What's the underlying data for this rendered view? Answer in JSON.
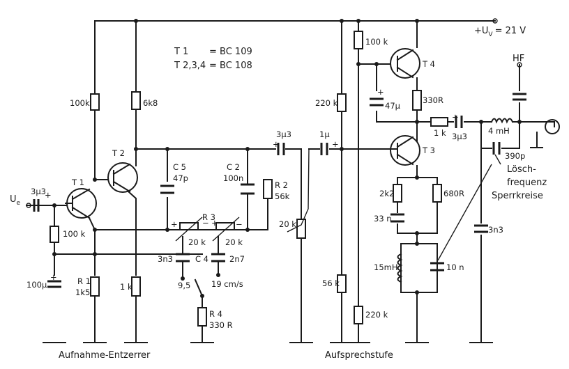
{
  "supply": {
    "label": "+U",
    "sub": "V",
    "value": "= 21 V"
  },
  "legend": {
    "t1_name": "T 1",
    "t1_eq": "= BC 109",
    "t234_name": "T 2,3,4",
    "t234_eq": "= BC 108"
  },
  "input": {
    "label": "U",
    "sub": "e"
  },
  "sections": {
    "left": "Aufnahme-Entzerrer",
    "right": "Aufsprechstufe"
  },
  "hf": "HF",
  "notes": {
    "line1": "Lösch-",
    "line2": "frequenz",
    "line3": "Sperrkreise"
  },
  "transistors": {
    "t1": "T 1",
    "t2": "T 2",
    "t3": "T 3",
    "t4": "T 4"
  },
  "labels": {
    "c_in": "3µ3",
    "r_t1_bias_top": "100k",
    "r_t1_bias_bot": "100 k",
    "c_100u": "100µ",
    "r1_name": "R 1",
    "r1_val": "1k5",
    "r_t2_coll": "6k8",
    "r_t2_emit": "1 k",
    "c5_name": "C 5",
    "c5_val": "47p",
    "c2_name": "C 2",
    "c2_val": "100n",
    "r2_name": "R 2",
    "r2_val": "56k",
    "r3_name": "R 3",
    "r3_a": "20 k",
    "r3_b": "20 k",
    "c4_name": "C 4",
    "c4_a": "3n3",
    "c4_b": "2n7",
    "sw_a": "9,5",
    "sw_b": "19 cm/s",
    "r4_name": "R 4",
    "r4_val": "330 R",
    "c_out1": "3µ3",
    "pot": "20 k",
    "c_1u": "1µ",
    "r_220k_top": "220 k",
    "r_56k": "56 k",
    "r_100k_t4": "100 k",
    "c_47u": "47µ",
    "r_330r": "330R",
    "r_220k_bot": "220 k",
    "r_1k_out": "1 k",
    "c_3u3_out": "3µ3",
    "r_2k2": "2k2",
    "c_33n": "33 n",
    "r_680r": "680R",
    "l_15mh": "15mH",
    "c_10n": "10 n",
    "l_4mh": "4 mH",
    "c_390p": "390p",
    "c_3n3_right": "3n3"
  }
}
